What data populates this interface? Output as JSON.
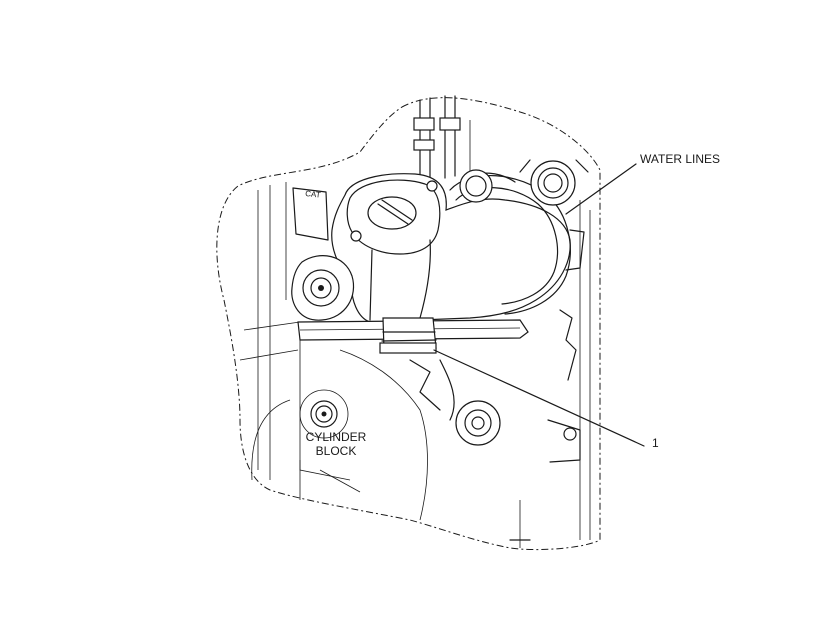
{
  "labels": {
    "water_lines": "WATER LINES",
    "cylinder_block_line1": "CYLINDER",
    "cylinder_block_line2": "BLOCK",
    "callout_1": "1",
    "cast_mark": "CAT"
  },
  "colors": {
    "line": "#1a1a1a",
    "background": "#ffffff"
  }
}
